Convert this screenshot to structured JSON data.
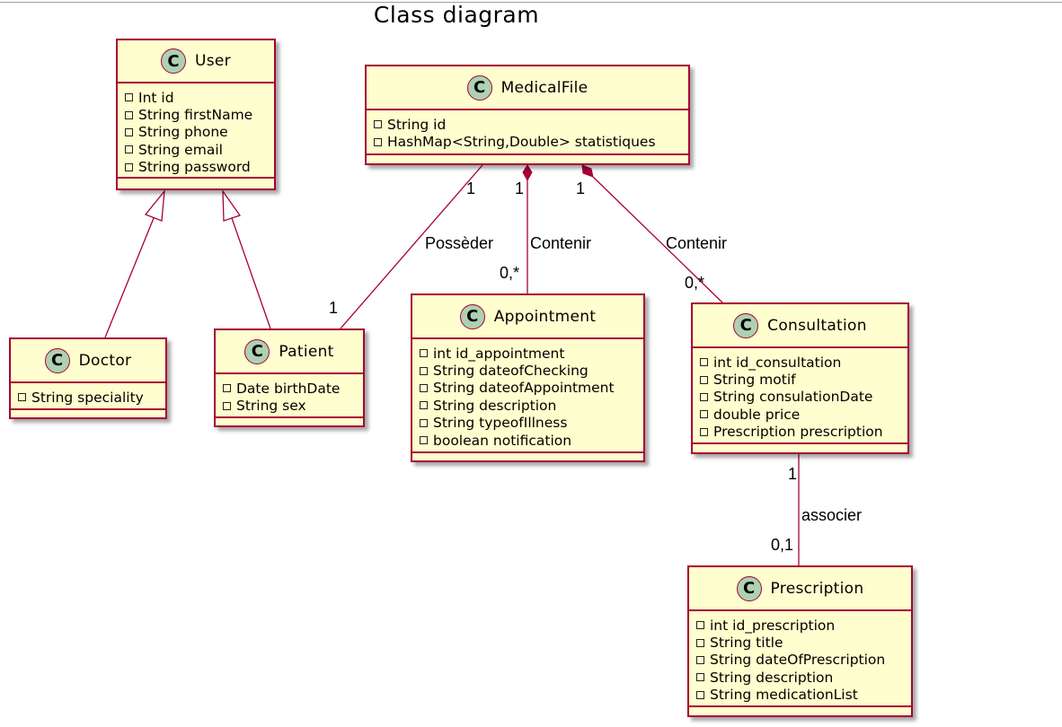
{
  "title": "Class diagram",
  "colors": {
    "class_fill": "#FEFECE",
    "class_border": "#A80036",
    "badge_fill": "#ADD1B2",
    "edge": "#A80036"
  },
  "badge_letter": "C",
  "classes": {
    "user": {
      "name": "User",
      "attributes": [
        "Int id",
        "String firstName",
        "String phone",
        "String email",
        "String password"
      ]
    },
    "medicalfile": {
      "name": "MedicalFile",
      "attributes": [
        "String id",
        "HashMap<String,Double> statistiques"
      ]
    },
    "doctor": {
      "name": "Doctor",
      "attributes": [
        "String speciality"
      ]
    },
    "patient": {
      "name": "Patient",
      "attributes": [
        "Date birthDate",
        "String sex"
      ]
    },
    "appointment": {
      "name": "Appointment",
      "attributes": [
        "int id_appointment",
        "String dateofChecking",
        "String dateofAppointment",
        "String description",
        "String typeofIllness",
        "boolean notification"
      ]
    },
    "consultation": {
      "name": "Consultation",
      "attributes": [
        "int id_consultation",
        "String motif",
        "String consulationDate",
        "double price",
        "Prescription prescription"
      ]
    },
    "prescription": {
      "name": "Prescription",
      "attributes": [
        "int id_prescription",
        "String title",
        "String dateOfPrescription",
        "String description",
        "String medicationList"
      ]
    }
  },
  "relations": {
    "possede": {
      "label": "Possèder",
      "from_mult": "1",
      "to_mult": "1"
    },
    "contenir_appointment": {
      "label": "Contenir",
      "from_mult": "1",
      "to_mult": "0,*"
    },
    "contenir_consultation": {
      "label": "Contenir",
      "from_mult": "1",
      "to_mult": "0,*"
    },
    "associer": {
      "label": "associer",
      "from_mult": "1",
      "to_mult": "0,1"
    }
  }
}
